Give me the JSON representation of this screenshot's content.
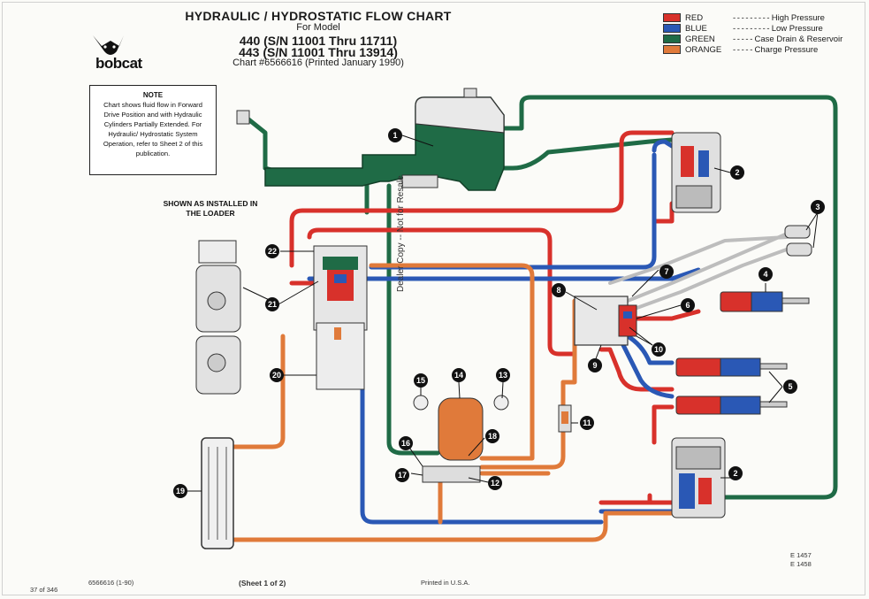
{
  "header": {
    "title": "HYDRAULIC / HYDROSTATIC FLOW CHART",
    "for_model": "For Model",
    "model_1": "440 (S/N 11001 Thru 11711)",
    "model_2": "443 (S/N 11001 Thru 13914)",
    "chart_number": "Chart #6566616 (Printed January 1990)"
  },
  "brand": {
    "name": "bobcat",
    "logo_icon": "bobcat-head-icon"
  },
  "legend": [
    {
      "color_name": "RED",
      "dashes": "- - - - - - - - -",
      "meaning": "High Pressure",
      "color": "#d8312b"
    },
    {
      "color_name": "BLUE",
      "dashes": "- - - - - - - - -",
      "meaning": "Low Pressure",
      "color": "#2a58b5"
    },
    {
      "color_name": "GREEN",
      "dashes": "- - - - -",
      "meaning": "Case Drain & Reservoir",
      "color": "#1f6b46"
    },
    {
      "color_name": "ORANGE",
      "dashes": "- - - - -",
      "meaning": "Charge Pressure",
      "color": "#e07a3a"
    }
  ],
  "note": {
    "heading": "NOTE",
    "body": "Chart shows fluid flow in Forward Drive Position and with Hydraulic Cylinders Partially Extended. For Hydraulic/ Hydrostatic System Operation, refer to Sheet 2 of this publication."
  },
  "installed_label": "SHOWN AS INSTALLED IN THE LOADER",
  "watermark": "Dealer Copy -- Not for Resale",
  "callouts": [
    "1",
    "2",
    "2",
    "3",
    "4",
    "5",
    "6",
    "7",
    "8",
    "9",
    "10",
    "11",
    "12",
    "13",
    "14",
    "15",
    "16",
    "17",
    "18",
    "19",
    "20",
    "21",
    "22"
  ],
  "footer": {
    "page": "37 of 346",
    "doc_code": "6566616 (1-90)",
    "sheet": "(Sheet 1 of 2)",
    "printed": "Printed in U.S.A.",
    "ref_1": "E 1457",
    "ref_2": "E 1458"
  }
}
